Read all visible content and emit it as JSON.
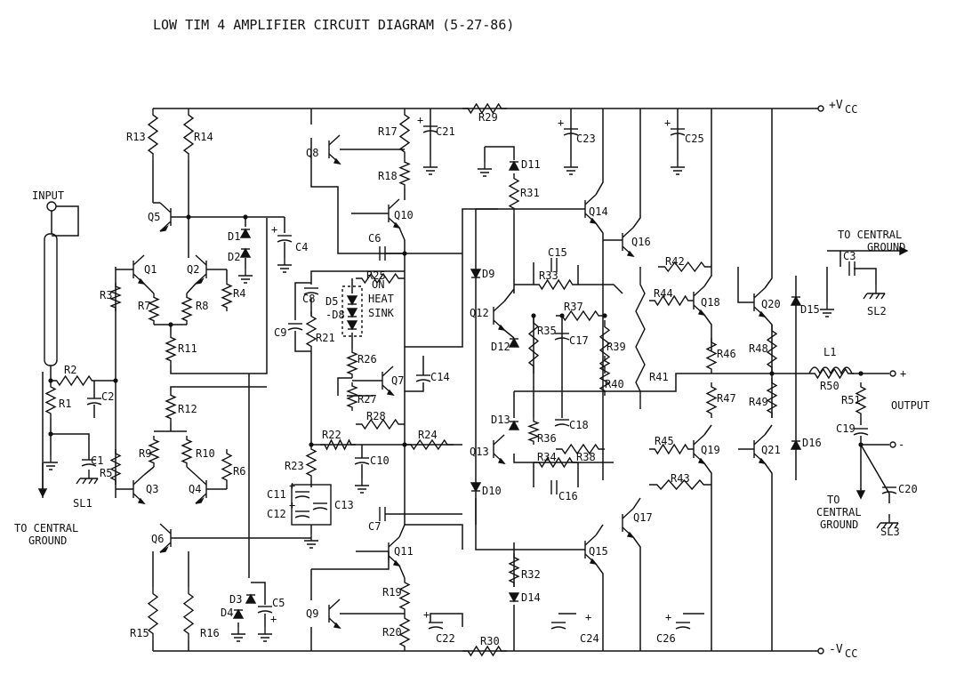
{
  "title": "LOW TIM 4 AMPLIFIER CIRCUIT DIAGRAM  (5-27-86)",
  "rails": {
    "pos": "+VCC",
    "neg": "-VCC"
  },
  "labels": {
    "input": "INPUT",
    "to_central_ground_left": [
      "TO CENTRAL",
      "GROUND"
    ],
    "to_central_ground_top": [
      "TO CENTRAL",
      "GROUND"
    ],
    "to_central_ground_right": [
      "TO",
      "CENTRAL",
      "GROUND"
    ],
    "output": "OUTPUT",
    "heat_sink_note": [
      "ON",
      "HEAT",
      "SINK"
    ],
    "d5_d8": [
      "D5",
      "-D8"
    ],
    "plus": "+",
    "minus": "-"
  },
  "resistors": [
    "R1",
    "R2",
    "R3",
    "R4",
    "R5",
    "R6",
    "R7",
    "R8",
    "R9",
    "R10",
    "R11",
    "R12",
    "R13",
    "R14",
    "R15",
    "R16",
    "R17",
    "R18",
    "R19",
    "R20",
    "R21",
    "R22",
    "R23",
    "R24",
    "R25",
    "R26",
    "R27",
    "R28",
    "R29",
    "R30",
    "R31",
    "R32",
    "R33",
    "R34",
    "R35",
    "R36",
    "R37",
    "R38",
    "R39",
    "R40",
    "R41",
    "R42",
    "R43",
    "R44",
    "R45",
    "R46",
    "R47",
    "R48",
    "R49",
    "R50",
    "R51"
  ],
  "capacitors": [
    "C1",
    "C2",
    "C3",
    "C4",
    "C5",
    "C6",
    "C7",
    "C8",
    "C9",
    "C10",
    "C11",
    "C12",
    "C13",
    "C14",
    "C15",
    "C16",
    "C17",
    "C18",
    "C19",
    "C20",
    "C21",
    "C22",
    "C23",
    "C24",
    "C25",
    "C26"
  ],
  "transistors": [
    "Q1",
    "Q2",
    "Q3",
    "Q4",
    "Q5",
    "Q6",
    "Q7",
    "Q8",
    "Q9",
    "Q10",
    "Q11",
    "Q12",
    "Q13",
    "Q14",
    "Q15",
    "Q16",
    "Q17",
    "Q18",
    "Q19",
    "Q20",
    "Q21"
  ],
  "diodes": [
    "D1",
    "D2",
    "D3",
    "D4",
    "D9",
    "D10",
    "D11",
    "D12",
    "D13",
    "D14",
    "D15",
    "D16"
  ],
  "grounds": [
    "SL1",
    "SL2",
    "SL3"
  ],
  "inductors": [
    "L1"
  ]
}
